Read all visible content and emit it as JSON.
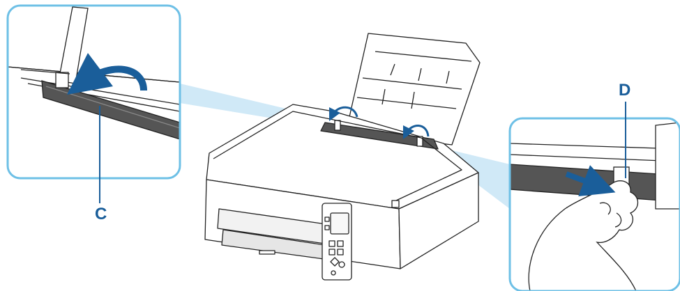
{
  "callouts": {
    "c": {
      "letter": "C"
    },
    "d": {
      "letter": "D"
    }
  },
  "colors": {
    "frame": "#6ec0e6",
    "beam": "#cbe7f6",
    "arrow": "#1a5e9a",
    "label": "#1a5e9a",
    "outline": "#222222"
  },
  "icons": [
    "printer-illustration",
    "zoom-frame-left",
    "zoom-frame-right",
    "rotate-arrow-icon",
    "push-arrow-icon",
    "hand-illustration"
  ]
}
